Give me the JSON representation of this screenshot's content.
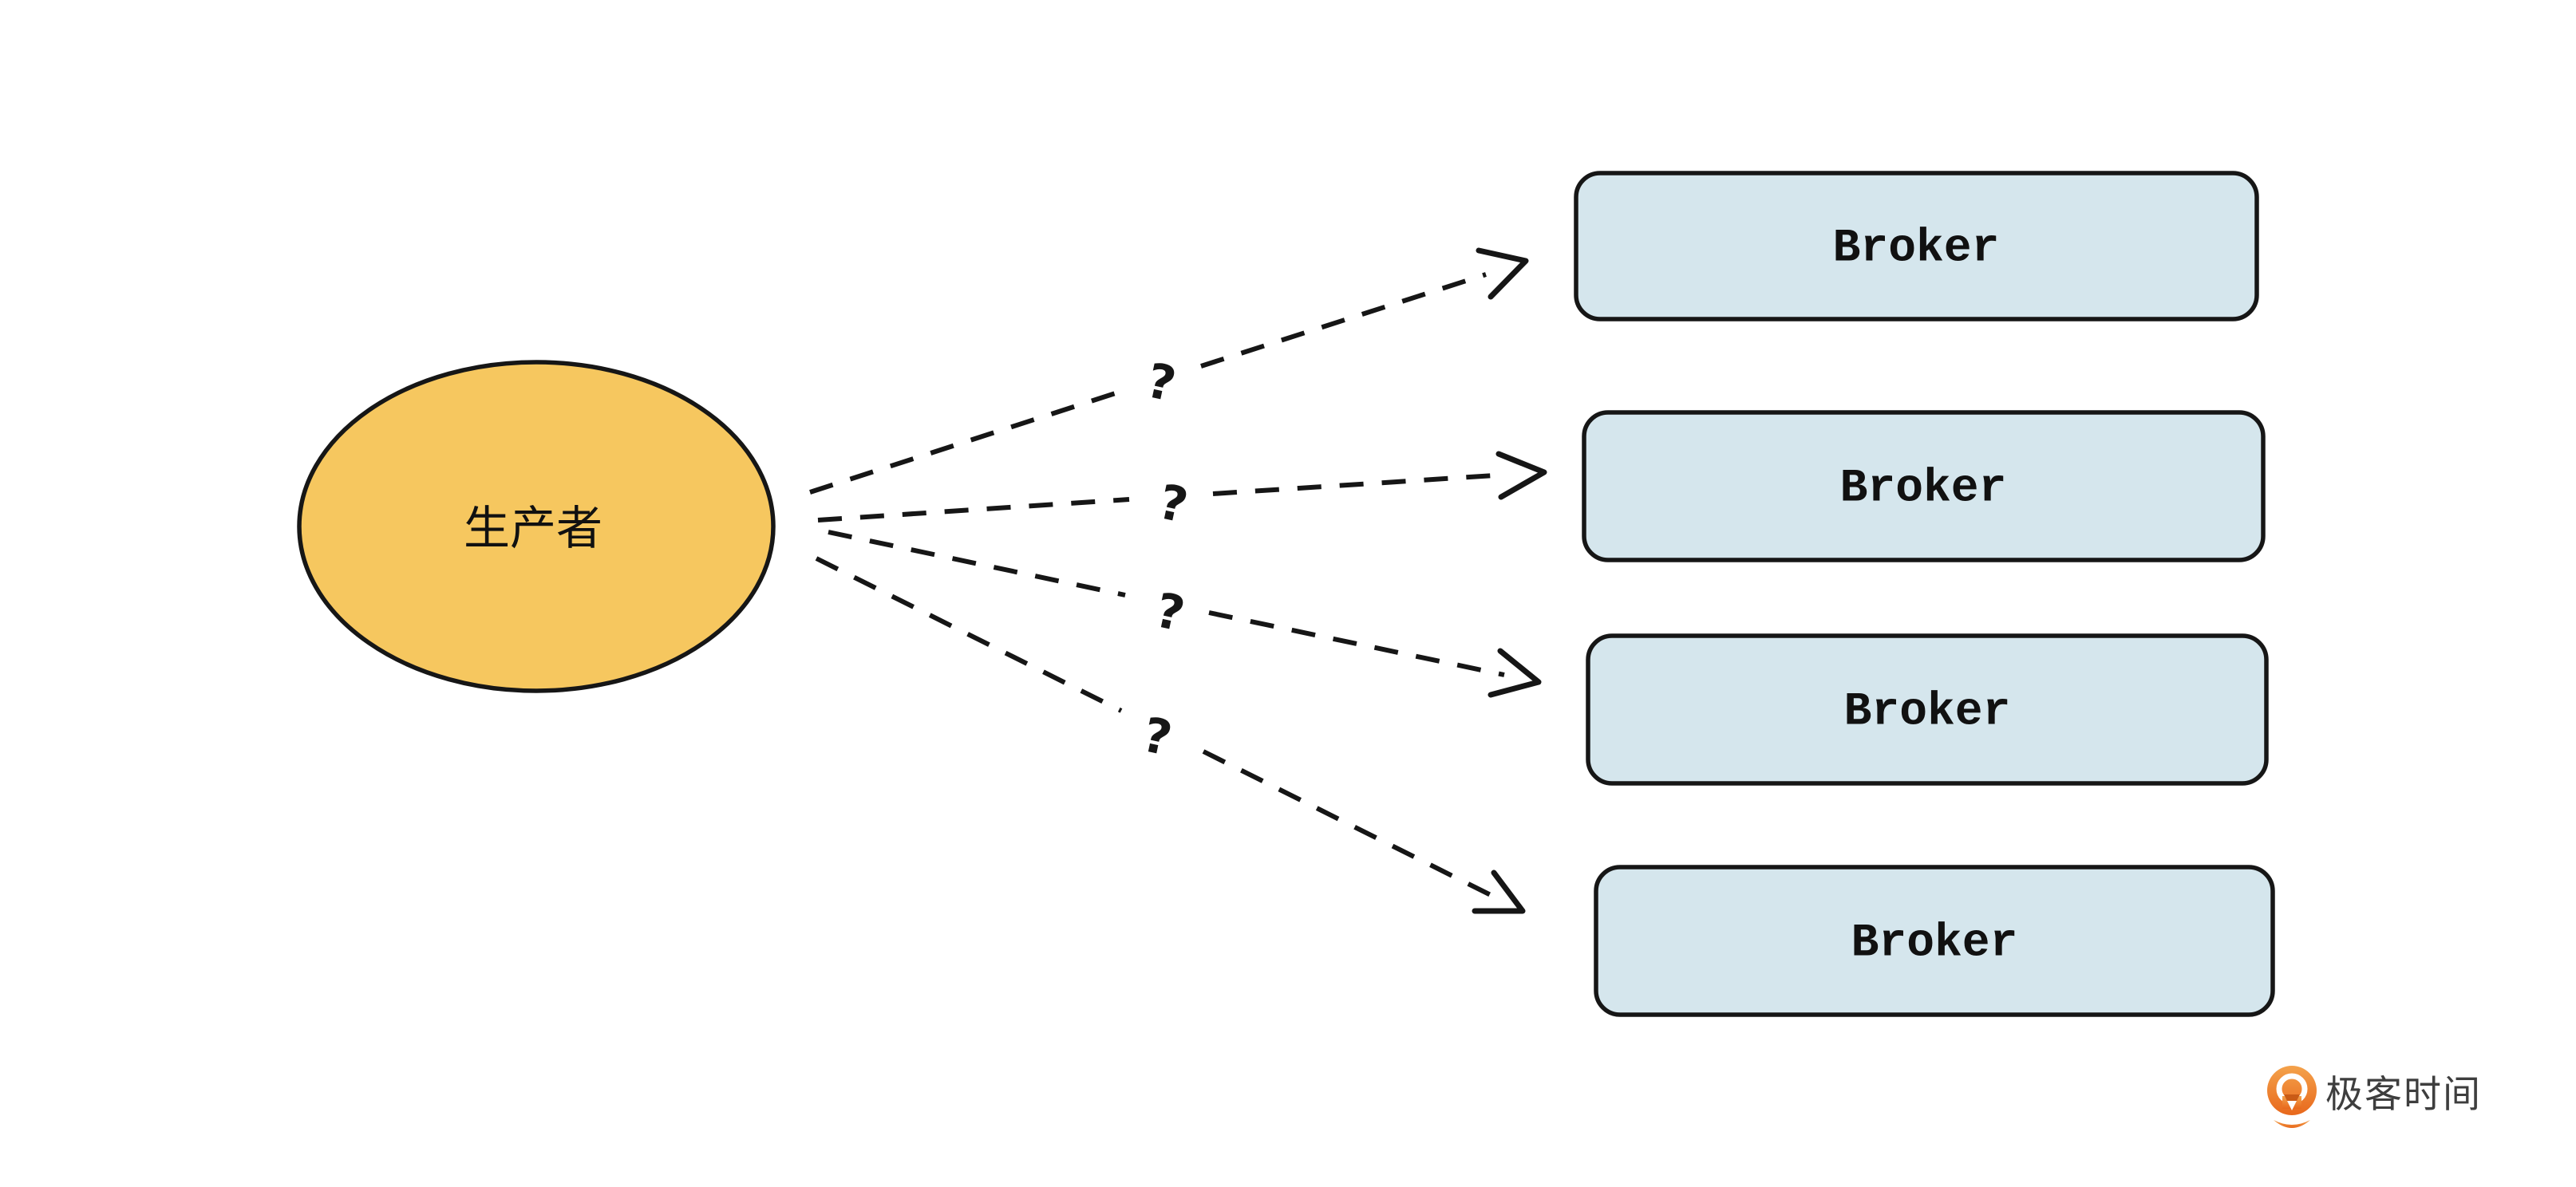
{
  "diagram": {
    "producer": {
      "label": "生产者"
    },
    "brokers": [
      {
        "label": "Broker"
      },
      {
        "label": "Broker"
      },
      {
        "label": "Broker"
      },
      {
        "label": "Broker"
      }
    ],
    "connections": [
      {
        "from": "producer",
        "to": "broker-1",
        "label": "?",
        "style": "dashed-arrow"
      },
      {
        "from": "producer",
        "to": "broker-2",
        "label": "?",
        "style": "dashed-arrow"
      },
      {
        "from": "producer",
        "to": "broker-3",
        "label": "?",
        "style": "dashed-arrow"
      },
      {
        "from": "producer",
        "to": "broker-4",
        "label": "?",
        "style": "dashed-arrow"
      }
    ]
  },
  "colors": {
    "producer_fill": "#F6C75F",
    "broker_fill": "#D5E6ED",
    "outline": "#161616",
    "logo_orange_light": "#F4A24B",
    "logo_orange_dark": "#E8681C",
    "logo_text_color": "#3E3E3E"
  },
  "footer": {
    "logo_text": "极客时间"
  }
}
